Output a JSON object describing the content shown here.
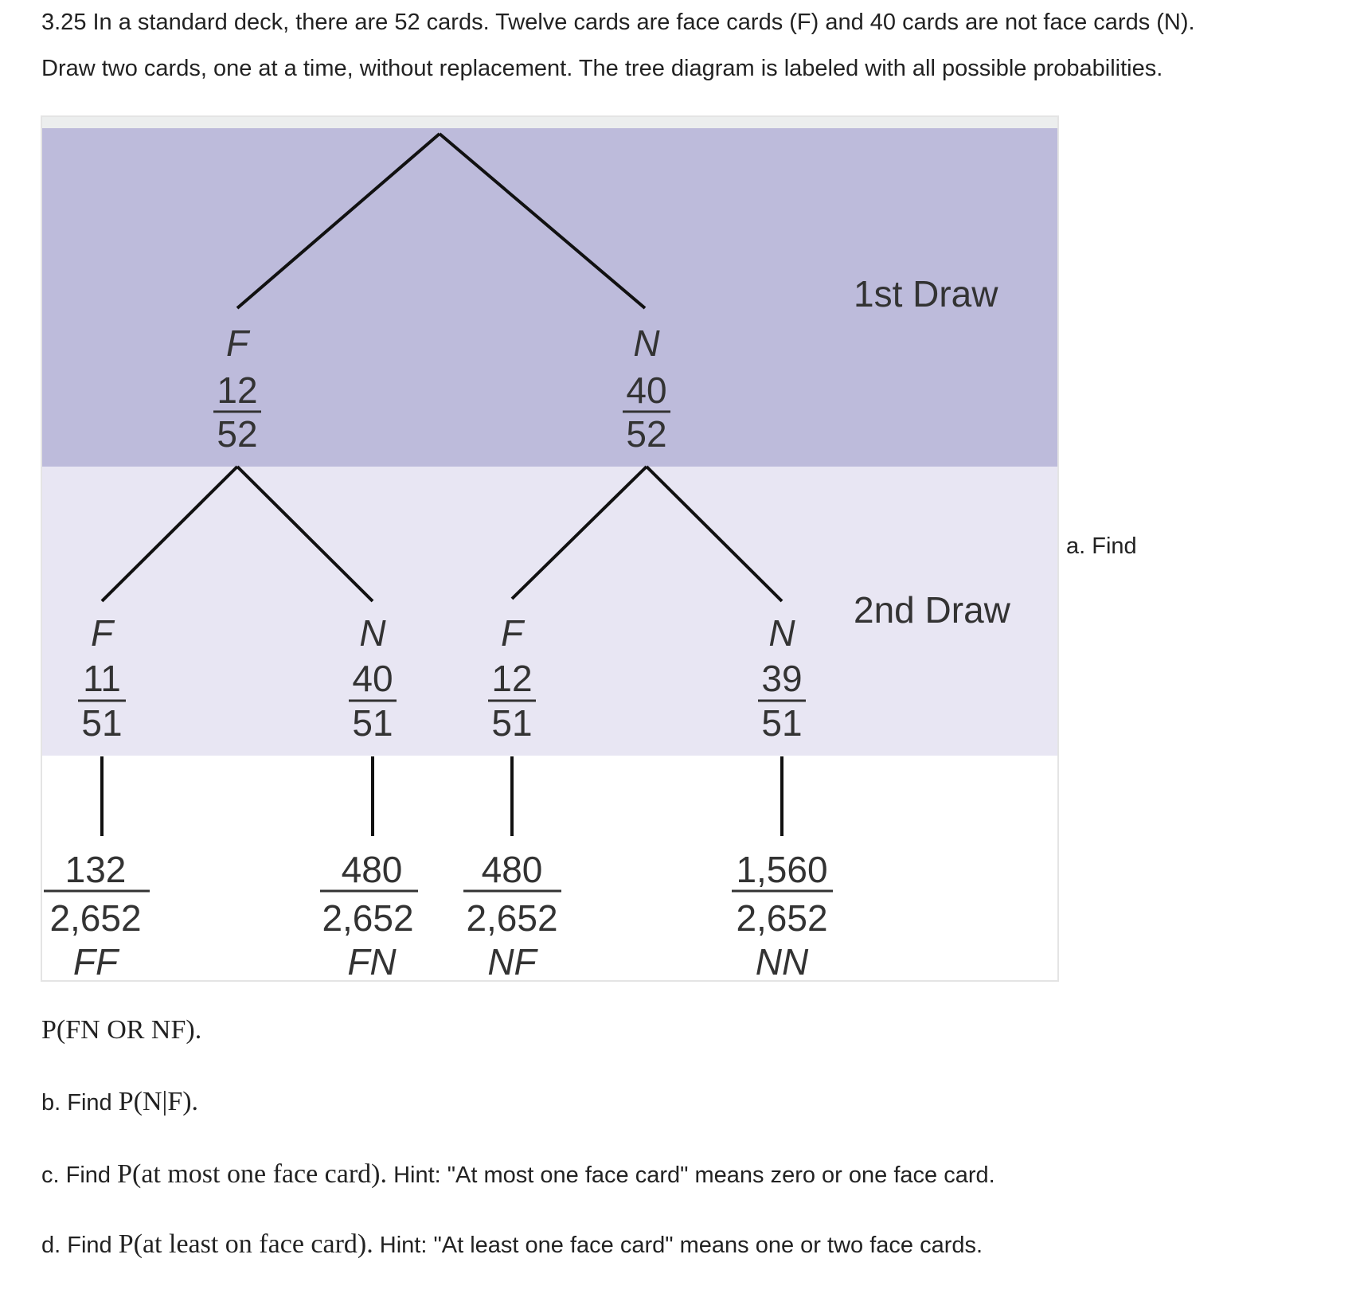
{
  "problem": {
    "intro_line1": "3.25 In a standard deck, there are 52 cards. Twelve cards are face cards (F) and 40 cards are not face cards (N).",
    "intro_line2": "Draw two cards, one at a time, without replacement. The tree diagram is labeled with all possible probabilities."
  },
  "diagram": {
    "colors": {
      "first_band": "#bdbbdb",
      "second_band": "#e8e6f3",
      "top_strip": "#eceeee"
    },
    "first_draw_label": "1st Draw",
    "second_draw_label": "2nd Draw",
    "first_level": [
      {
        "label": "F",
        "num": "12",
        "den": "52"
      },
      {
        "label": "N",
        "num": "40",
        "den": "52"
      }
    ],
    "second_level": [
      {
        "label": "F",
        "num": "11",
        "den": "51"
      },
      {
        "label": "N",
        "num": "40",
        "den": "51"
      },
      {
        "label": "F",
        "num": "12",
        "den": "51"
      },
      {
        "label": "N",
        "num": "39",
        "den": "51"
      }
    ],
    "outcomes": [
      {
        "num": "132",
        "den": "2,652",
        "label": "FF"
      },
      {
        "num": "480",
        "den": "2,652",
        "label": "FN"
      },
      {
        "num": "480",
        "den": "2,652",
        "label": "NF"
      },
      {
        "num": "1,560",
        "den": "2,652",
        "label": "NN"
      }
    ]
  },
  "questions": {
    "a_prefix": "a. Find",
    "a_math": "P(FN OR NF).",
    "b_prefix": "b. Find",
    "b_math": "P(N|F).",
    "c_prefix": "c. Find",
    "c_math": "P(at most one face card).",
    "c_hint": "Hint: \"At most one face card\" means zero or one face card.",
    "d_prefix": "d. Find",
    "d_math": "P(at least on face card).",
    "d_hint": "Hint: \"At least one face card\" means one or two face cards."
  }
}
